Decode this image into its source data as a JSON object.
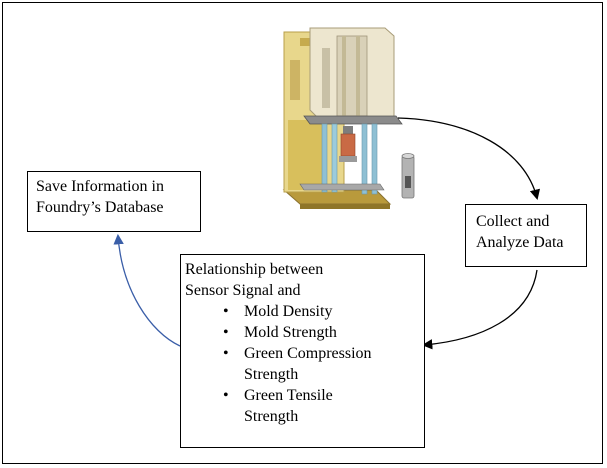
{
  "diagram": {
    "save_box": {
      "lines": [
        "Save Information in",
        "Foundry’s Database"
      ]
    },
    "collect_box": {
      "lines": [
        "Collect and",
        "Analyze Data"
      ]
    },
    "relationship_box": {
      "heading_lines": [
        "Relationship between",
        "Sensor Signal and"
      ],
      "items": [
        {
          "lines": [
            "Mold Density"
          ]
        },
        {
          "lines": [
            "Mold Strength"
          ]
        },
        {
          "lines": [
            "Green Compression",
            "Strength"
          ]
        },
        {
          "lines": [
            "Green Tensile",
            "Strength"
          ]
        }
      ],
      "bullet": "•"
    },
    "colors": {
      "black_arrow": "#000000",
      "blue_arrow": "#3a5ea8",
      "machine_frame": "#c8b25a",
      "machine_top": "#e4dcc0",
      "machine_post": "#8fb8cc",
      "sample_red": "#c96a45"
    }
  }
}
